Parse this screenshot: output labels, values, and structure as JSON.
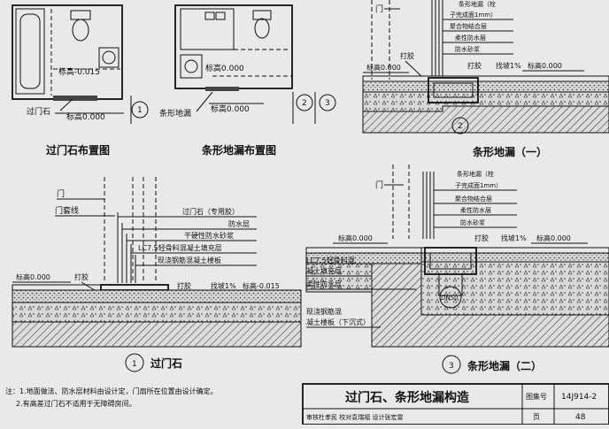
{
  "plans": {
    "threshold_plan": {
      "elev_label": "标高-0.015",
      "part_label": "过门石",
      "floor_label": "标高0.000",
      "callout": "1",
      "title": "过门石布置图"
    },
    "drain_plan": {
      "elev_label": "标高0.000",
      "part_label": "条形地漏",
      "floor_label": "标高0.000",
      "callout_a": "2",
      "callout_b": "3",
      "title": "条形地漏布置图"
    }
  },
  "detail1": {
    "labels": {
      "door": "门",
      "door_frame": "门套线",
      "threshold": "过门石（专用胶）",
      "waterproof": "防水层",
      "dry_mortar": "干硬性防水砂浆",
      "lc75_fill": "LC7.5轻骨料混凝土填充层",
      "slab": "现浇钢筋混凝土楼板",
      "floor_elev": "标高0.000",
      "wet_elev": "标高-0.015",
      "slope": "找坡1%"
    },
    "seal_left": "打胶",
    "seal_right": "打胶",
    "number": "1",
    "title": "过门石"
  },
  "detail2": {
    "door": "门",
    "drain": "条形地漏（栓",
    "drain2": "子完成面1mm）",
    "polymer": "聚合物结合层",
    "flex_wp": "柔性防水层",
    "wp_mortar": "防水砂浆",
    "elev": "标高0.000",
    "seal_a": "打胶",
    "seal_b": "打胶",
    "slope": "找坡1%",
    "elev_right": "标高0.000",
    "number": "2",
    "title": "条形地漏（一）"
  },
  "detail3": {
    "door": "门",
    "drain": "条形地漏（栓",
    "drain2": "子完成面1mm）",
    "polymer": "聚合物结合层",
    "flex_wp": "柔性防水层",
    "wp_mortar": "防水砂浆",
    "elev": "标高0.000",
    "seal": "打胶",
    "slope": "找坡1%",
    "elev_right": "标高0.000",
    "lc75_a": "LC7.5轻骨料混",
    "lc75_b": "凝土填充层",
    "flex_left": "柔性防水层",
    "slab_a": "现浇钢筋混",
    "slab_b": "凝土楼板（下沉式）",
    "pipe_label": "DN50",
    "number": "3",
    "title": "条形地漏（二）"
  },
  "notes": {
    "line1": "注：1.地面做法、防水层材料由设计定，门扇所在位置由设计确定。",
    "line2": "2.有高差过门石不适用于无障碍房间。"
  },
  "title_block": {
    "title": "过门石、条形地漏构造",
    "atlas_label": "图集号",
    "atlas_no": "14J914-2",
    "page_label": "页",
    "page_no": "48",
    "row": "审核杜孝民   校对袁瑞福   设计张宏雷"
  }
}
